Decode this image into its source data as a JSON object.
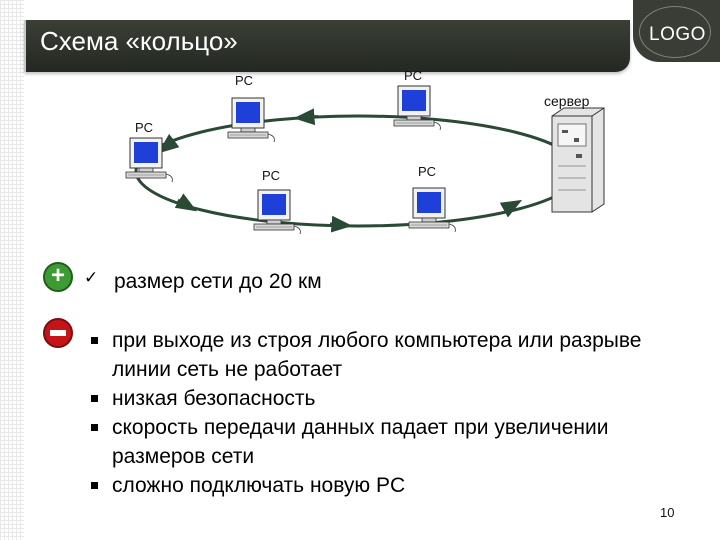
{
  "slide": {
    "title": "Схема «кольцо»",
    "logo": "LOGO",
    "page_number": "10"
  },
  "diagram": {
    "pc_label": "PC",
    "server_label": "сервер"
  },
  "pros": {
    "icon": "plus-icon",
    "items": [
      "размер сети до 20 км"
    ]
  },
  "cons": {
    "icon": "minus-icon",
    "items": [
      "при выходе из строя любого компьютера или разрыве линии сеть не работает",
      "низкая безопасность",
      "скорость передачи данных падает при увеличении размеров сети",
      "сложно подключать новую PC"
    ]
  },
  "colors": {
    "title_bar": "#2f332c",
    "ring": "#2b4a35",
    "monitor_screen": "#1f3fd9",
    "plus": "#3d9b34",
    "minus": "#c4141a"
  }
}
